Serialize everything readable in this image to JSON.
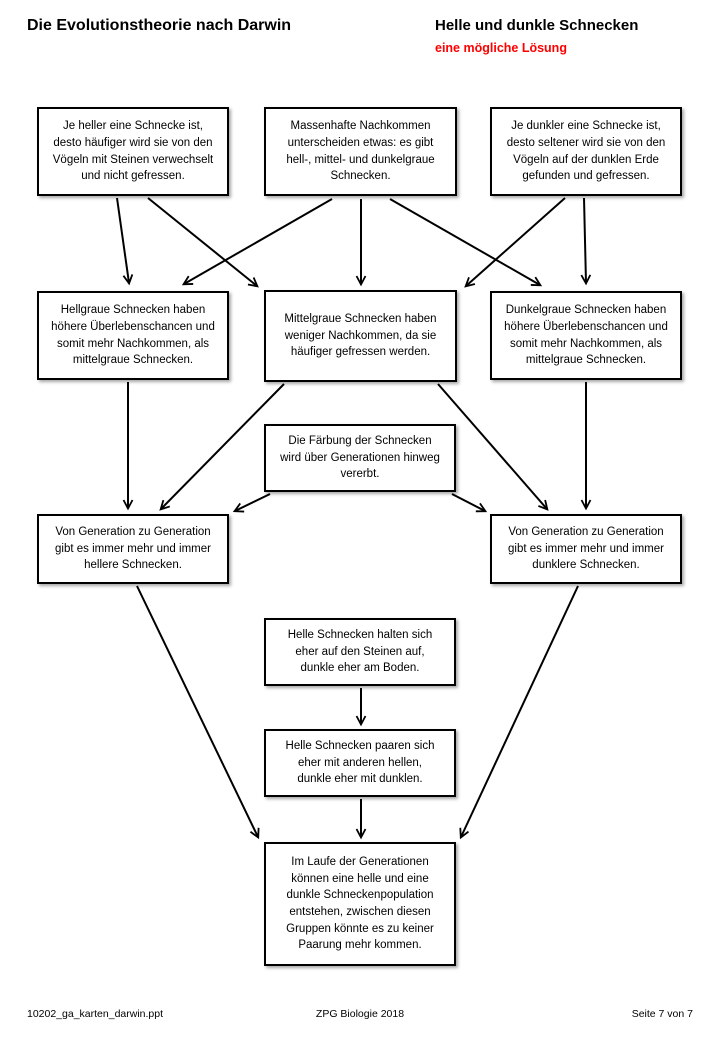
{
  "header": {
    "title": "Die Evolutionstheorie nach Darwin",
    "subtitle": "Helle und dunkle Schnecken",
    "subtitle_note": "eine mögliche Lösung",
    "note_color": "#ff0000"
  },
  "boxes": {
    "a": {
      "text": "Je heller eine Schnecke ist,\ndesto häufiger wird sie von den\nVögeln mit Steinen verwechselt\nund nicht gefressen."
    },
    "b": {
      "text": "Massenhafte Nachkommen\nunterscheiden etwas: es gibt\nhell-, mittel- und dunkelgraue\nSchnecken."
    },
    "c": {
      "text": "Je dunkler eine Schnecke ist,\ndesto seltener wird sie von den\nVögeln auf der dunklen Erde\ngefunden und gefressen."
    },
    "d": {
      "text": "Hellgraue Schnecken haben\nhöhere Überlebenschancen und\nsomit mehr Nachkommen, als\nmittelgraue Schnecken."
    },
    "e": {
      "text": "Mittelgraue Schnecken haben\nweniger Nachkommen, da sie\nhäufiger gefressen werden."
    },
    "f": {
      "text": "Dunkelgraue Schnecken haben\nhöhere Überlebenschancen und\nsomit mehr Nachkommen, als\nmittelgraue Schnecken."
    },
    "g": {
      "text": "Die Färbung der Schnecken\nwird über Generationen hinweg\nvererbt."
    },
    "h": {
      "text": "Von Generation zu Generation\ngibt es immer mehr und immer\nhellere Schnecken."
    },
    "i": {
      "text": "Von Generation zu Generation\ngibt es immer mehr und immer\ndunklere Schnecken."
    },
    "j": {
      "text": "Helle Schnecken halten sich\neher auf den Steinen auf,\ndunkle eher am Boden."
    },
    "k": {
      "text": "Helle Schnecken paaren sich\neher mit anderen hellen,\ndunkle eher mit dunklen."
    },
    "l": {
      "text": "Im Laufe der Generationen\nkönnen eine helle und eine\ndunkle Schneckenpopulation\nentstehen, zwischen diesen\nGruppen könnte es zu keiner\nPaarung mehr kommen."
    }
  },
  "footer": {
    "filename": "10202_ga_karten_darwin.ppt",
    "center": "ZPG Biologie 2018",
    "page": "Seite 7 von 7"
  }
}
